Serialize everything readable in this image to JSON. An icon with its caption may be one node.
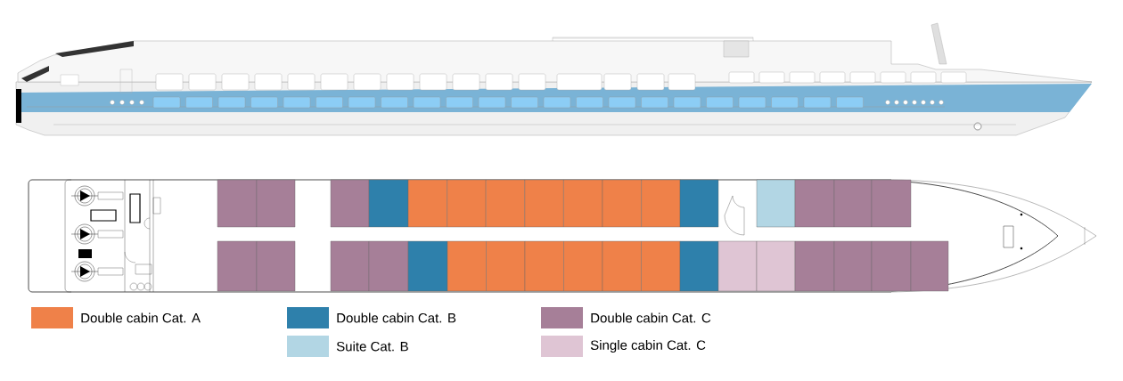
{
  "diagram": {
    "legend": [
      {
        "text": "Double cabin Cat. A",
        "color": "#ef8149"
      },
      {
        "text": "Double cabin Cat. B",
        "color": "#2e80ab"
      },
      {
        "text": "Double cabin Cat. C",
        "color": "#a67f98"
      },
      {
        "text": "Suite Cat. B",
        "color": "#b2d6e4"
      },
      {
        "text": "Single cabin Cat. C",
        "color": "#dfc5d4"
      }
    ]
  }
}
